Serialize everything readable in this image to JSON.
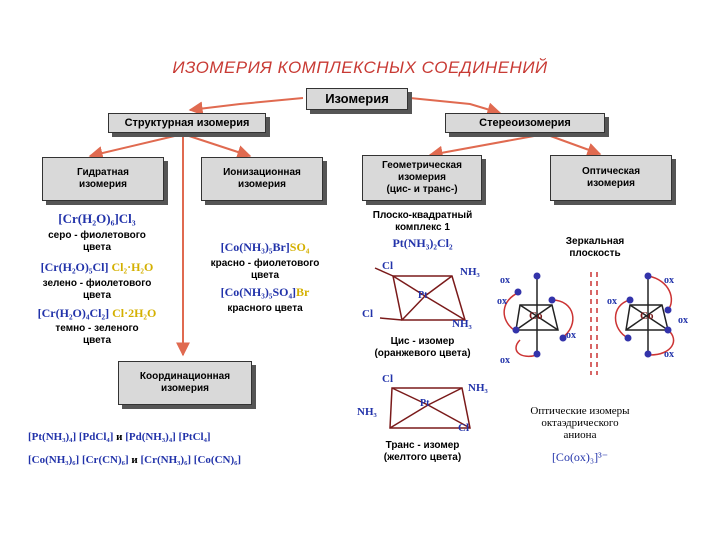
{
  "title": "ИЗОМЕРИЯ КОМПЛЕКСНЫХ СОЕДИНЕНИЙ",
  "boxes": {
    "root": "Изомерия",
    "structural": "Структурная изомерия",
    "stereo": "Стереоизомерия",
    "hydrate": [
      "Гидратная",
      "изомерия"
    ],
    "ionization": [
      "Ионизационная",
      "изомерия"
    ],
    "geometric": [
      "Геометрическая",
      "изомерия",
      "(цис- и транс-)"
    ],
    "optical": [
      "Оптическая",
      "изомерия"
    ],
    "coordination": [
      "Координационная",
      "изомерия"
    ]
  },
  "hydrate": {
    "f1": "[Cr(H₂O)₆]Cl₃",
    "d1": [
      "серо - фиолетового",
      "цвета"
    ],
    "f2a": "[Cr(H₂O)₅Cl]",
    "f2b": "Cl₂·H₂O",
    "d2": [
      "зелено - фиолетового",
      "цвета"
    ],
    "f3a": "[Cr(H₂O)₄Cl₂]",
    "f3b": "Cl·2H₂O",
    "d3": [
      "темно - зеленого",
      "цвета"
    ]
  },
  "ionization": {
    "f1a": "[Co(NH₃)₅Br]",
    "f1b": "SO₄",
    "d1": [
      "красно - фиолетового",
      "цвета"
    ],
    "f2a": "[Co(NH₃)₅SO₄]",
    "f2b": "Br",
    "d2": [
      "красного цвета"
    ]
  },
  "geometric": {
    "plane": [
      "Плоско-квадратный",
      "комплекс 1"
    ],
    "formula": "Pt(NH₃)₂Cl₂",
    "cis": [
      "Цис - изомер",
      "(оранжевого цвета)"
    ],
    "trans": [
      "Транс - изомер",
      "(желтого цвета)"
    ],
    "pt": "Pt",
    "cl": "Cl",
    "nh3": "NH₃"
  },
  "optical": {
    "mirror": [
      "Зеркальная",
      "плоскость"
    ],
    "note": [
      "Оптические изомеры",
      "октаэдрического",
      "аниона"
    ],
    "formula": "[Co(ox)₃]³⁻",
    "co": "Co",
    "ox": "ox"
  },
  "coordination": {
    "r1a": "[Pt(NH₃)₄]",
    "r1b": "[PdCl₄]",
    "r1c": "[Pd(NH₃)₄]",
    "r1d": "[PtCl₄]",
    "r2a": "[Co(NH₃)₆]",
    "r2b": "[Cr(CN)₆]",
    "r2c": "[Cr(NH₃)₆]",
    "r2d": "[Co(CN)₆]",
    "and": "и"
  },
  "colors": {
    "arrow": "#e06a50",
    "formula": "#2233aa",
    "accent": "#cc3333"
  }
}
